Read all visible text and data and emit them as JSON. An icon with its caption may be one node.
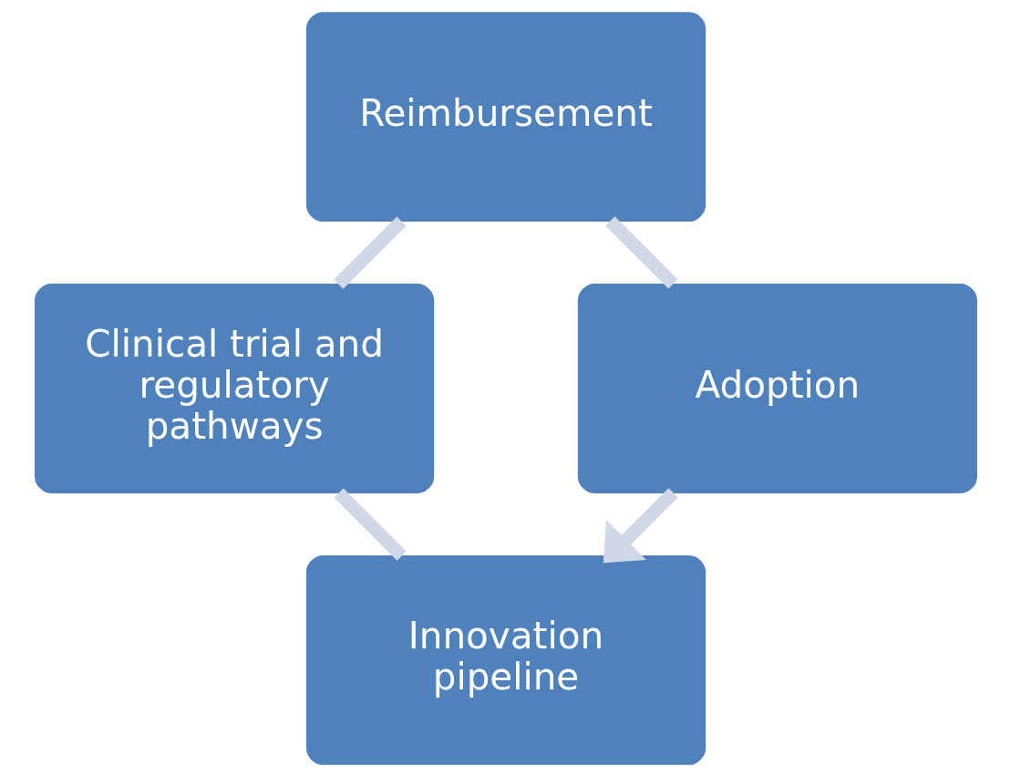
{
  "diagram": {
    "nodes": [
      {
        "text": [
          "Innovation pipeline"
        ]
      },
      {
        "text": [
          "Clinical trial and regulatory pathways"
        ]
      },
      {
        "text": [
          "Reimbursement"
        ]
      },
      {
        "text": [
          "Adoption"
        ]
      }
    ],
    "edges": [
      {
        "from": 0,
        "to": 1,
        "arrow": "none"
      },
      {
        "from": 1,
        "to": 2,
        "arrow": "none"
      },
      {
        "from": 2,
        "to": 3,
        "arrow": "none"
      },
      {
        "from": 3,
        "to": 0,
        "arrow": "to"
      }
    ]
  }
}
